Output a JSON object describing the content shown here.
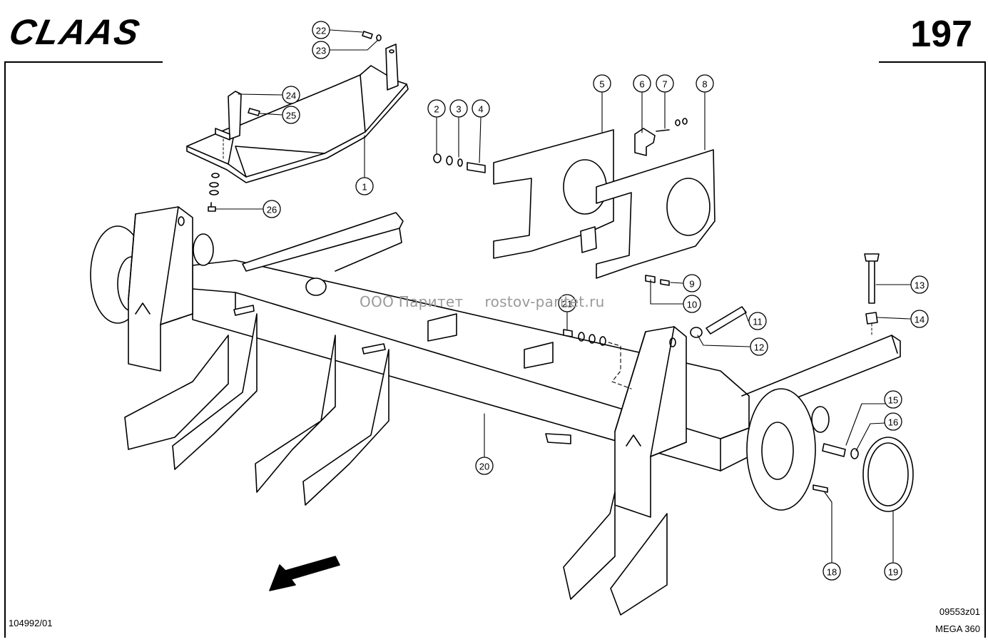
{
  "header": {
    "brand": "CLAAS",
    "page_number": "197"
  },
  "watermark": {
    "company": "ООО Паритет",
    "site": "rostov-paritet.ru"
  },
  "footer": {
    "drawing_id": "104992/01",
    "figure_code": "09553z01",
    "model": "MEGA 360"
  },
  "callouts": [
    {
      "num": "1"
    },
    {
      "num": "2"
    },
    {
      "num": "3"
    },
    {
      "num": "4"
    },
    {
      "num": "5"
    },
    {
      "num": "6"
    },
    {
      "num": "7"
    },
    {
      "num": "8"
    },
    {
      "num": "9"
    },
    {
      "num": "10"
    },
    {
      "num": "11"
    },
    {
      "num": "12"
    },
    {
      "num": "13"
    },
    {
      "num": "14"
    },
    {
      "num": "15"
    },
    {
      "num": "16"
    },
    {
      "num": "18"
    },
    {
      "num": "19"
    },
    {
      "num": "20"
    },
    {
      "num": "21"
    },
    {
      "num": "22"
    },
    {
      "num": "23"
    },
    {
      "num": "24"
    },
    {
      "num": "25"
    },
    {
      "num": "26"
    }
  ]
}
